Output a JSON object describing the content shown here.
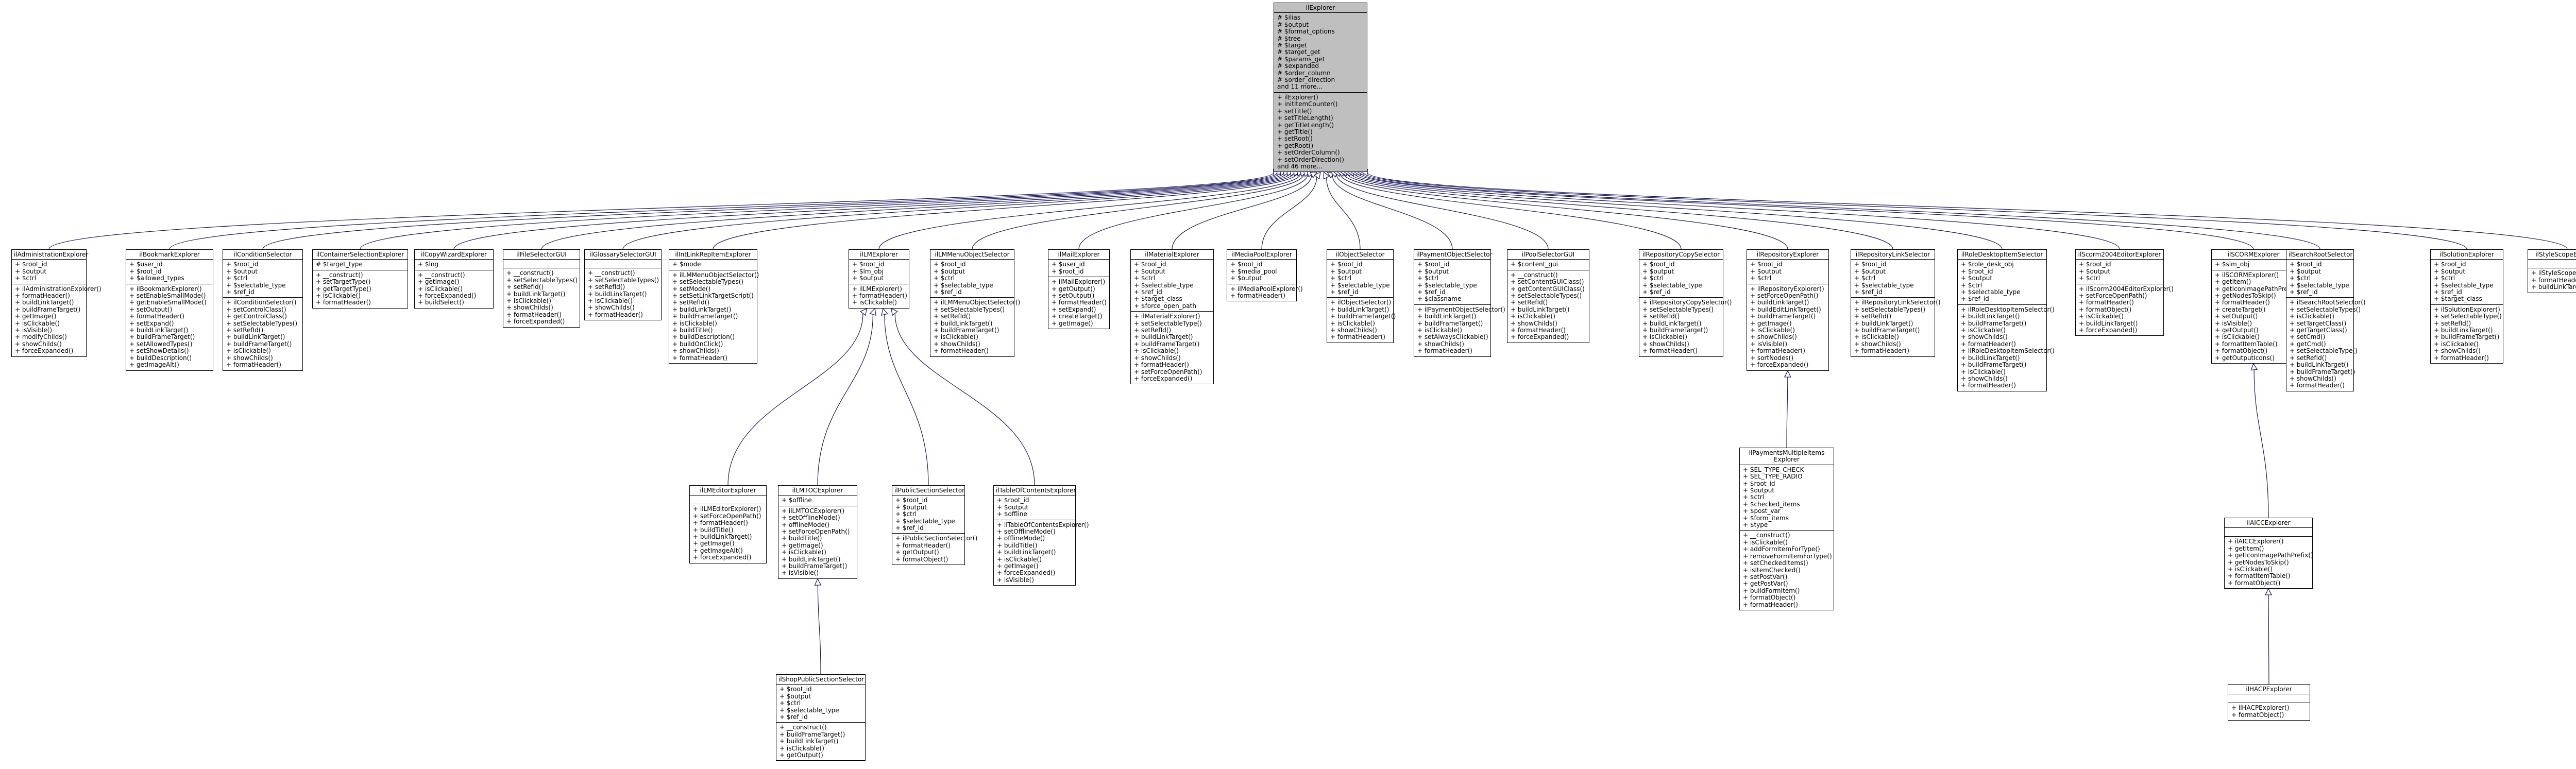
{
  "root": {
    "title": "ilExplorer",
    "attributes": [
      "# $ilias",
      "# $output",
      "# $format_options",
      "# $tree",
      "# $target",
      "# $target_get",
      "# $params_get",
      "# $expanded",
      "# $order_column",
      "# $order_direction",
      "and 11 more..."
    ],
    "methods": [
      "+ ilExplorer()",
      "+ initItemCounter()",
      "+ setTitle()",
      "+ setTitleLength()",
      "+ getTitleLength()",
      "+ getTitle()",
      "+ setRoot()",
      "+ getRoot()",
      "+ setOrderColumn()",
      "+ setOrderDirection()",
      "and 46 more..."
    ]
  },
  "classes": [
    {
      "title": "ilAdministrationExplorer",
      "attributes": [
        "+ $root_id",
        "+ $output",
        "+ $ctrl"
      ],
      "methods": [
        "+ ilAdministrationExplorer()",
        "+ formatHeader()",
        "+ buildLinkTarget()",
        "+ buildFrameTarget()",
        "+ getImage()",
        "+ isClickable()",
        "+ isVisible()",
        "+ modifyChilds()",
        "+ showChilds()",
        "+ forceExpanded()"
      ]
    },
    {
      "title": "ilBookmarkExplorer",
      "attributes": [
        "+ $user_id",
        "+ $root_id",
        "+ $allowed_types"
      ],
      "methods": [
        "+ ilBookmarkExplorer()",
        "+ setEnableSmallMode()",
        "+ getEnableSmallMode()",
        "+ setOutput()",
        "+ formatHeader()",
        "+ setExpand()",
        "+ buildLinkTarget()",
        "+ buildFrameTarget()",
        "+ setAllowedTypes()",
        "+ setShowDetails()",
        "+ buildDescription()",
        "+ getImageAlt()"
      ]
    },
    {
      "title": "ilConditionSelector",
      "attributes": [
        "+ $root_id",
        "+ $output",
        "+ $ctrl",
        "+ $selectable_type",
        "+ $ref_id"
      ],
      "methods": [
        "+ ilConditionSelector()",
        "+ setControlClass()",
        "+ getControlClass()",
        "+ setSelectableTypes()",
        "+ setRefId()",
        "+ buildLinkTarget()",
        "+ buildFrameTarget()",
        "+ isClickable()",
        "+ showChilds()",
        "+ formatHeader()"
      ]
    },
    {
      "title": "ilContainerSelectionExplorer",
      "attributes": [
        "# $target_type"
      ],
      "methods": [
        "+ __construct()",
        "+ setTargetType()",
        "+ getTargetType()",
        "+ isClickable()",
        "+ formatHeader()"
      ]
    },
    {
      "title": "ilCopyWizardExplorer",
      "attributes": [
        "+ $lng"
      ],
      "methods": [
        "+ __construct()",
        "+ getImage()",
        "+ isClickable()",
        "+ forceExpanded()",
        "+ buildSelect()"
      ]
    },
    {
      "title": "ilFileSelectorGUI",
      "attributes": [],
      "methods": [
        "+ __construct()",
        "+ setSelectableTypes()",
        "+ setRefId()",
        "+ buildLinkTarget()",
        "+ isClickable()",
        "+ showChilds()",
        "+ formatHeader()",
        "+ forceExpanded()"
      ]
    },
    {
      "title": "ilGlossarySelectorGUI",
      "attributes": [],
      "methods": [
        "+ __construct()",
        "+ setSelectableTypes()",
        "+ setRefId()",
        "+ buildLinkTarget()",
        "+ isClickable()",
        "+ showChilds()",
        "+ formatHeader()"
      ]
    },
    {
      "title": "ilIntLinkRepItemExplorer",
      "attributes": [
        "+ $mode"
      ],
      "methods": [
        "+ ilLMMenuObjectSelector()",
        "+ setSelectableTypes()",
        "+ setMode()",
        "+ setSetLinkTargetScript()",
        "+ setRefId()",
        "+ buildLinkTarget()",
        "+ buildFrameTarget()",
        "+ isClickable()",
        "+ buildTitle()",
        "+ buildDescription()",
        "+ buildOnClick()",
        "+ showChilds()",
        "+ formatHeader()"
      ]
    },
    {
      "title": "ilLMExplorer",
      "attributes": [
        "+ $root_id",
        "+ $lm_obj",
        "+ $output"
      ],
      "methods": [
        "+ ilLMExplorer()",
        "+ formatHeader()",
        "+ isClickable()"
      ]
    },
    {
      "title": "ilLMMenuObjectSelector",
      "attributes": [
        "+ $root_id",
        "+ $output",
        "+ $ctrl",
        "+ $selectable_type",
        "+ $ref_id"
      ],
      "methods": [
        "+ ilLMMenuObjectSelector()",
        "+ setSelectableTypes()",
        "+ setRefId()",
        "+ buildLinkTarget()",
        "+ buildFrameTarget()",
        "+ isClickable()",
        "+ showChilds()",
        "+ formatHeader()"
      ]
    },
    {
      "title": "ilMailExplorer",
      "attributes": [
        "+ $user_id",
        "+ $root_id"
      ],
      "methods": [
        "+ ilMailExplorer()",
        "+ getOutput()",
        "+ setOutput()",
        "+ formatHeader()",
        "+ setExpand()",
        "+ createTarget()",
        "+ getImage()"
      ]
    },
    {
      "title": "ilMaterialExplorer",
      "attributes": [
        "+ $root_id",
        "+ $output",
        "+ $ctrl",
        "+ $selectable_type",
        "+ $ref_id",
        "+ $target_class",
        "+ $force_open_path"
      ],
      "methods": [
        "+ ilMaterialExplorer()",
        "+ setSelectableType()",
        "+ setRefId()",
        "+ buildLinkTarget()",
        "+ buildFrameTarget()",
        "+ isClickable()",
        "+ showChilds()",
        "+ formatHeader()",
        "+ setForceOpenPath()",
        "+ forceExpanded()"
      ]
    },
    {
      "title": "ilMediaPoolExplorer",
      "attributes": [
        "+ $root_id",
        "+ $media_pool",
        "+ $output"
      ],
      "methods": [
        "+ ilMediaPoolExplorer()",
        "+ formatHeader()"
      ]
    },
    {
      "title": "ilObjectSelector",
      "attributes": [
        "+ $root_id",
        "+ $output",
        "+ $ctrl",
        "+ $selectable_type",
        "+ $ref_id"
      ],
      "methods": [
        "+ ilObjectSelector()",
        "+ buildLinkTarget()",
        "+ buildFrameTarget()",
        "+ isClickable()",
        "+ showChilds()",
        "+ formatHeader()"
      ]
    },
    {
      "title": "ilPaymentObjectSelector",
      "attributes": [
        "+ $root_id",
        "+ $output",
        "+ $ctrl",
        "+ $selectable_type",
        "+ $ref_id",
        "+ $classname"
      ],
      "methods": [
        "+ ilPaymentObjectSelector()",
        "+ buildLinkTarget()",
        "+ buildFrameTarget()",
        "+ isClickable()",
        "+ setAlwaysClickable()",
        "+ showChilds()",
        "+ formatHeader()"
      ]
    },
    {
      "title": "ilPoolSelectorGUI",
      "attributes": [
        "+ $content_gui"
      ],
      "methods": [
        "+ __construct()",
        "+ setContentGUIClass()",
        "+ getContentGUIClass()",
        "+ setSelectableTypes()",
        "+ setRefId()",
        "+ buildLinkTarget()",
        "+ isClickable()",
        "+ showChilds()",
        "+ formatHeader()",
        "+ forceExpanded()"
      ]
    },
    {
      "title": "ilRepositoryCopySelector",
      "attributes": [
        "+ $root_id",
        "+ $output",
        "+ $ctrl",
        "+ $selectable_type",
        "+ $ref_id"
      ],
      "methods": [
        "+ ilRepositoryCopySelector()",
        "+ setSelectableTypes()",
        "+ setRefId()",
        "+ buildLinkTarget()",
        "+ buildFrameTarget()",
        "+ isClickable()",
        "+ showChilds()",
        "+ formatHeader()"
      ]
    },
    {
      "title": "ilRepositoryExplorer",
      "attributes": [
        "+ $root_id",
        "+ $output",
        "+ $ctrl"
      ],
      "methods": [
        "+ ilRepositoryExplorer()",
        "+ setForceOpenPath()",
        "+ buildLinkTarget()",
        "+ buildEditLinkTarget()",
        "+ buildFrameTarget()",
        "+ getImage()",
        "+ isClickable()",
        "+ showChilds()",
        "+ isVisible()",
        "+ formatHeader()",
        "+ sortNodes()",
        "+ forceExpanded()"
      ]
    },
    {
      "title": "ilRepositoryLinkSelector",
      "attributes": [
        "+ $root_id",
        "+ $output",
        "+ $ctrl",
        "+ $selectable_type",
        "+ $ref_id"
      ],
      "methods": [
        "+ ilRepositoryLinkSelector()",
        "+ setSelectableTypes()",
        "+ setRefId()",
        "+ buildLinkTarget()",
        "+ buildFrameTarget()",
        "+ isClickable()",
        "+ showChilds()",
        "+ formatHeader()"
      ]
    },
    {
      "title": "ilRoleDesktopItemSelector",
      "attributes": [
        "+ $role_desk_obj",
        "+ $root_id",
        "+ $output",
        "+ $ctrl",
        "+ $selectable_type",
        "+ $ref_id"
      ],
      "methods": [
        "+ ilRoleDesktopItemSelector()",
        "+ buildLinkTarget()",
        "+ buildFrameTarget()",
        "+ isClickable()",
        "+ showChilds()",
        "+ formatHeader()",
        "+ ilRoleDesktopItemSelector()",
        "+ buildLinkTarget()",
        "+ buildFrameTarget()",
        "+ isClickable()",
        "+ showChilds()",
        "+ formatHeader()"
      ]
    },
    {
      "title": "ilScorm2004EditorExplorer",
      "attributes": [
        "+ $root_id",
        "+ $output",
        "+ $ctrl"
      ],
      "methods": [
        "+ ilScorm2004EditorExplorer()",
        "+ setForceOpenPath()",
        "+ formatHeader()",
        "+ formatObject()",
        "+ isClickable()",
        "+ buildLinkTarget()",
        "+ forceExpanded()"
      ]
    },
    {
      "title": "ilSCORMExplorer",
      "attributes": [
        "+ $slm_obj"
      ],
      "methods": [
        "+ ilSCORMExplorer()",
        "+ getItem()",
        "+ getIconImagePathPrefix()",
        "+ getNodesToSkip()",
        "+ formatHeader()",
        "+ createTarget()",
        "+ setOutput()",
        "+ isVisible()",
        "+ getOutput()",
        "+ isClickable()",
        "+ formatItemTable()",
        "+ formatObject()",
        "+ getOutputIcons()"
      ]
    },
    {
      "title": "ilSearchRootSelector",
      "attributes": [
        "+ $root_id",
        "+ $output",
        "+ $ctrl",
        "+ $selectable_type",
        "+ $ref_id"
      ],
      "methods": [
        "+ ilSearchRootSelector()",
        "+ setSelectableTypes()",
        "+ isClickable()",
        "+ setTargetClass()",
        "+ getTargetClass()",
        "+ setCmd()",
        "+ getCmd()",
        "+ setSelectableType()",
        "+ setRefId()",
        "+ buildLinkTarget()",
        "+ buildFrameTarget()",
        "+ showChilds()",
        "+ formatHeader()"
      ]
    },
    {
      "title": "ilSolutionExplorer",
      "attributes": [
        "+ $root_id",
        "+ $output",
        "+ $ctrl",
        "+ $selectable_type",
        "+ $ref_id",
        "+ $target_class"
      ],
      "methods": [
        "+ ilSolutionExplorer()",
        "+ setSelectableType()",
        "+ setRefId()",
        "+ buildLinkTarget()",
        "+ buildFrameTarget()",
        "+ isClickable()",
        "+ showChilds()",
        "+ formatHeader()"
      ]
    },
    {
      "title": "ilStyleScopeExplorer",
      "attributes": [],
      "methods": [
        "+ ilStyleScopeExplorer()",
        "+ formatHeader()",
        "+ buildLinkTarget()"
      ]
    },
    {
      "title": "ilLMEditorExplorer",
      "attributes": [],
      "methods": [
        "+ ilLMEditorExplorer()",
        "+ setForceOpenPath()",
        "+ formatHeader()",
        "+ buildTitle()",
        "+ buildLinkTarget()",
        "+ getImage()",
        "+ getImageAlt()",
        "+ forceExpanded()"
      ]
    },
    {
      "title": "ilLMTOCExplorer",
      "attributes": [
        "+ $offline"
      ],
      "methods": [
        "+ ilLMTOCExplorer()",
        "+ setOfflineMode()",
        "+ offlineMode()",
        "+ setForceOpenPath()",
        "+ buildTitle()",
        "+ getImage()",
        "+ isClickable()",
        "+ buildLinkTarget()",
        "+ buildFrameTarget()",
        "+ isVisible()"
      ]
    },
    {
      "title": "ilPublicSectionSelector",
      "attributes": [
        "+ $root_id",
        "+ $output",
        "+ $ctrl",
        "+ $selectable_type",
        "+ $ref_id"
      ],
      "methods": [
        "+ ilPublicSectionSelector()",
        "+ formatHeader()",
        "+ getOutput()",
        "+ formatObject()"
      ]
    },
    {
      "title": "ilTableOfContentsExplorer",
      "attributes": [
        "+ $root_id",
        "+ $output",
        "+ $offline"
      ],
      "methods": [
        "+ ilTableOfContentsExplorer()",
        "+ setOfflineMode()",
        "+ offlineMode()",
        "+ buildTitle()",
        "+ buildLinkTarget()",
        "+ isClickable()",
        "+ getImage()",
        "+ forceExpanded()",
        "+ isVisible()"
      ]
    },
    {
      "title": "ilPaymentsMultipleItems\nExplorer",
      "attributes": [
        "+ SEL_TYPE_CHECK",
        "+ SEL_TYPE_RADIO",
        "+ $root_id",
        "+ $output",
        "+ $ctrl",
        "+ $checked_items",
        "+ $post_var",
        "+ $form_items",
        "+ $type"
      ],
      "methods": [
        "+ __construct()",
        "+ isClickable()",
        "+ addFormItemForType()",
        "+ removeFormItemForType()",
        "+ setCheckedItems()",
        "+ isItemChecked()",
        "+ setPostVar()",
        "+ getPostVar()",
        "+ buildFormItem()",
        "+ formatObject()",
        "+ formatHeader()"
      ]
    },
    {
      "title": "ilAICCExplorer",
      "attributes": [],
      "methods": [
        "+ ilAICCExplorer()",
        "+ getItem()",
        "+ getIconImagePathPrefix()",
        "+ getNodesToSkip()",
        "+ isClickable()",
        "+ formatItemTable()",
        "+ formatObject()"
      ]
    },
    {
      "title": "ilShopPublicSectionSelector",
      "attributes": [
        "+ $root_id",
        "+ $output",
        "+ $ctrl",
        "+ $selectable_type",
        "+ $ref_id"
      ],
      "methods": [
        "+ __construct()",
        "+ buildFrameTarget()",
        "+ buildLinkTarget()",
        "+ isClickable()",
        "+ getOutput()"
      ]
    },
    {
      "title": "ilHACPExplorer",
      "attributes": [],
      "methods": [
        "+ ilHACPExplorer()",
        "+ formatObject()"
      ]
    }
  ]
}
